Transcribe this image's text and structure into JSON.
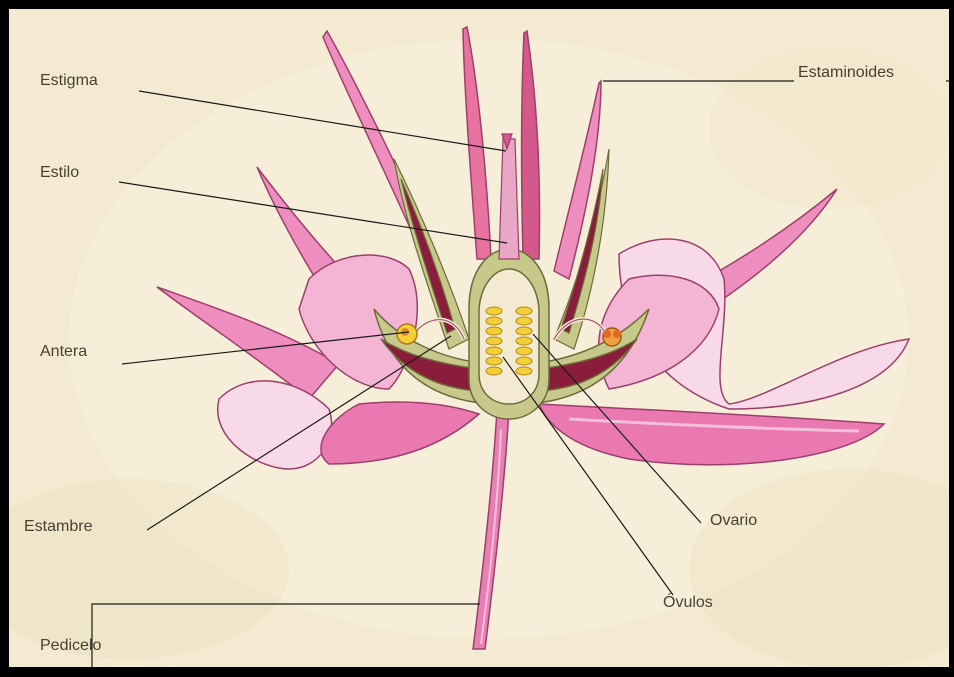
{
  "labels": {
    "estigma": "Estigma",
    "estilo": "Estilo",
    "antera": "Antera",
    "estambre": "Estambre",
    "pedicelo": "Pedicelo",
    "estaminoides": "Estaminoides",
    "ovario": "Ovario",
    "ovulos": "Óvulos"
  }
}
